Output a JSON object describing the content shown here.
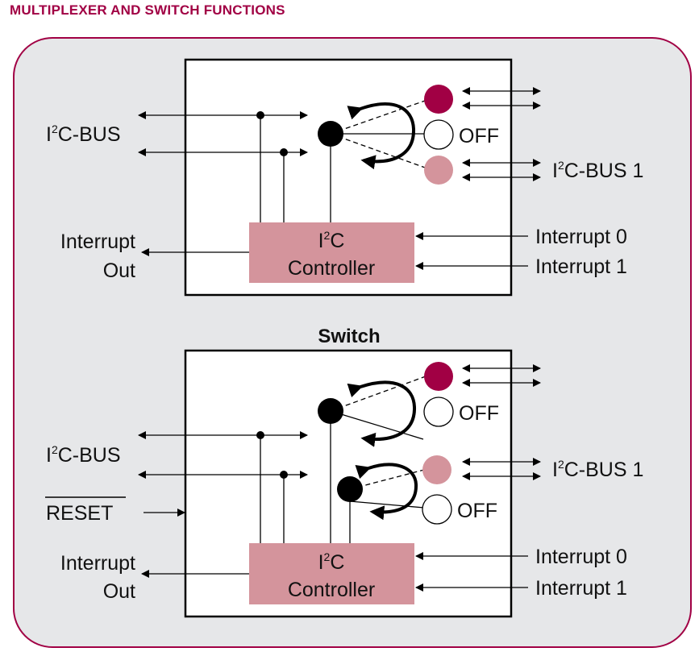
{
  "title": "MULTIPLEXER AND SWITCH FUNCTIONS",
  "colors": {
    "title": "#a10044",
    "panel_bg": "#e6e7e9",
    "controller_fill": "#d4949c",
    "channel0": "#a10044",
    "channel1": "#d4949c"
  },
  "multiplexer": {
    "bus_label_prefix": "I",
    "bus_label_sup": "2",
    "bus_label_suffix": "C-BUS",
    "interrupt_out_line1": "Interrupt",
    "interrupt_out_line2": "Out",
    "controller_line1_prefix": "I",
    "controller_line1_sup": "2",
    "controller_line1_suffix": "C",
    "controller_line2": "Controller",
    "off_label": "OFF",
    "bus1_label_prefix": "I",
    "bus1_label_sup": "2",
    "bus1_label_suffix": "C-BUS 1",
    "interrupt0": "Interrupt 0",
    "interrupt1": "Interrupt 1"
  },
  "switch": {
    "heading": "Switch",
    "bus_label_prefix": "I",
    "bus_label_sup": "2",
    "bus_label_suffix": "C-BUS",
    "reset_label": "RESET",
    "interrupt_out_line1": "Interrupt",
    "interrupt_out_line2": "Out",
    "controller_line1_prefix": "I",
    "controller_line1_sup": "2",
    "controller_line1_suffix": "C",
    "controller_line2": "Controller",
    "off_label_1": "OFF",
    "off_label_2": "OFF",
    "bus1_label_prefix": "I",
    "bus1_label_sup": "2",
    "bus1_label_suffix": "C-BUS 1",
    "interrupt0": "Interrupt 0",
    "interrupt1": "Interrupt 1"
  }
}
